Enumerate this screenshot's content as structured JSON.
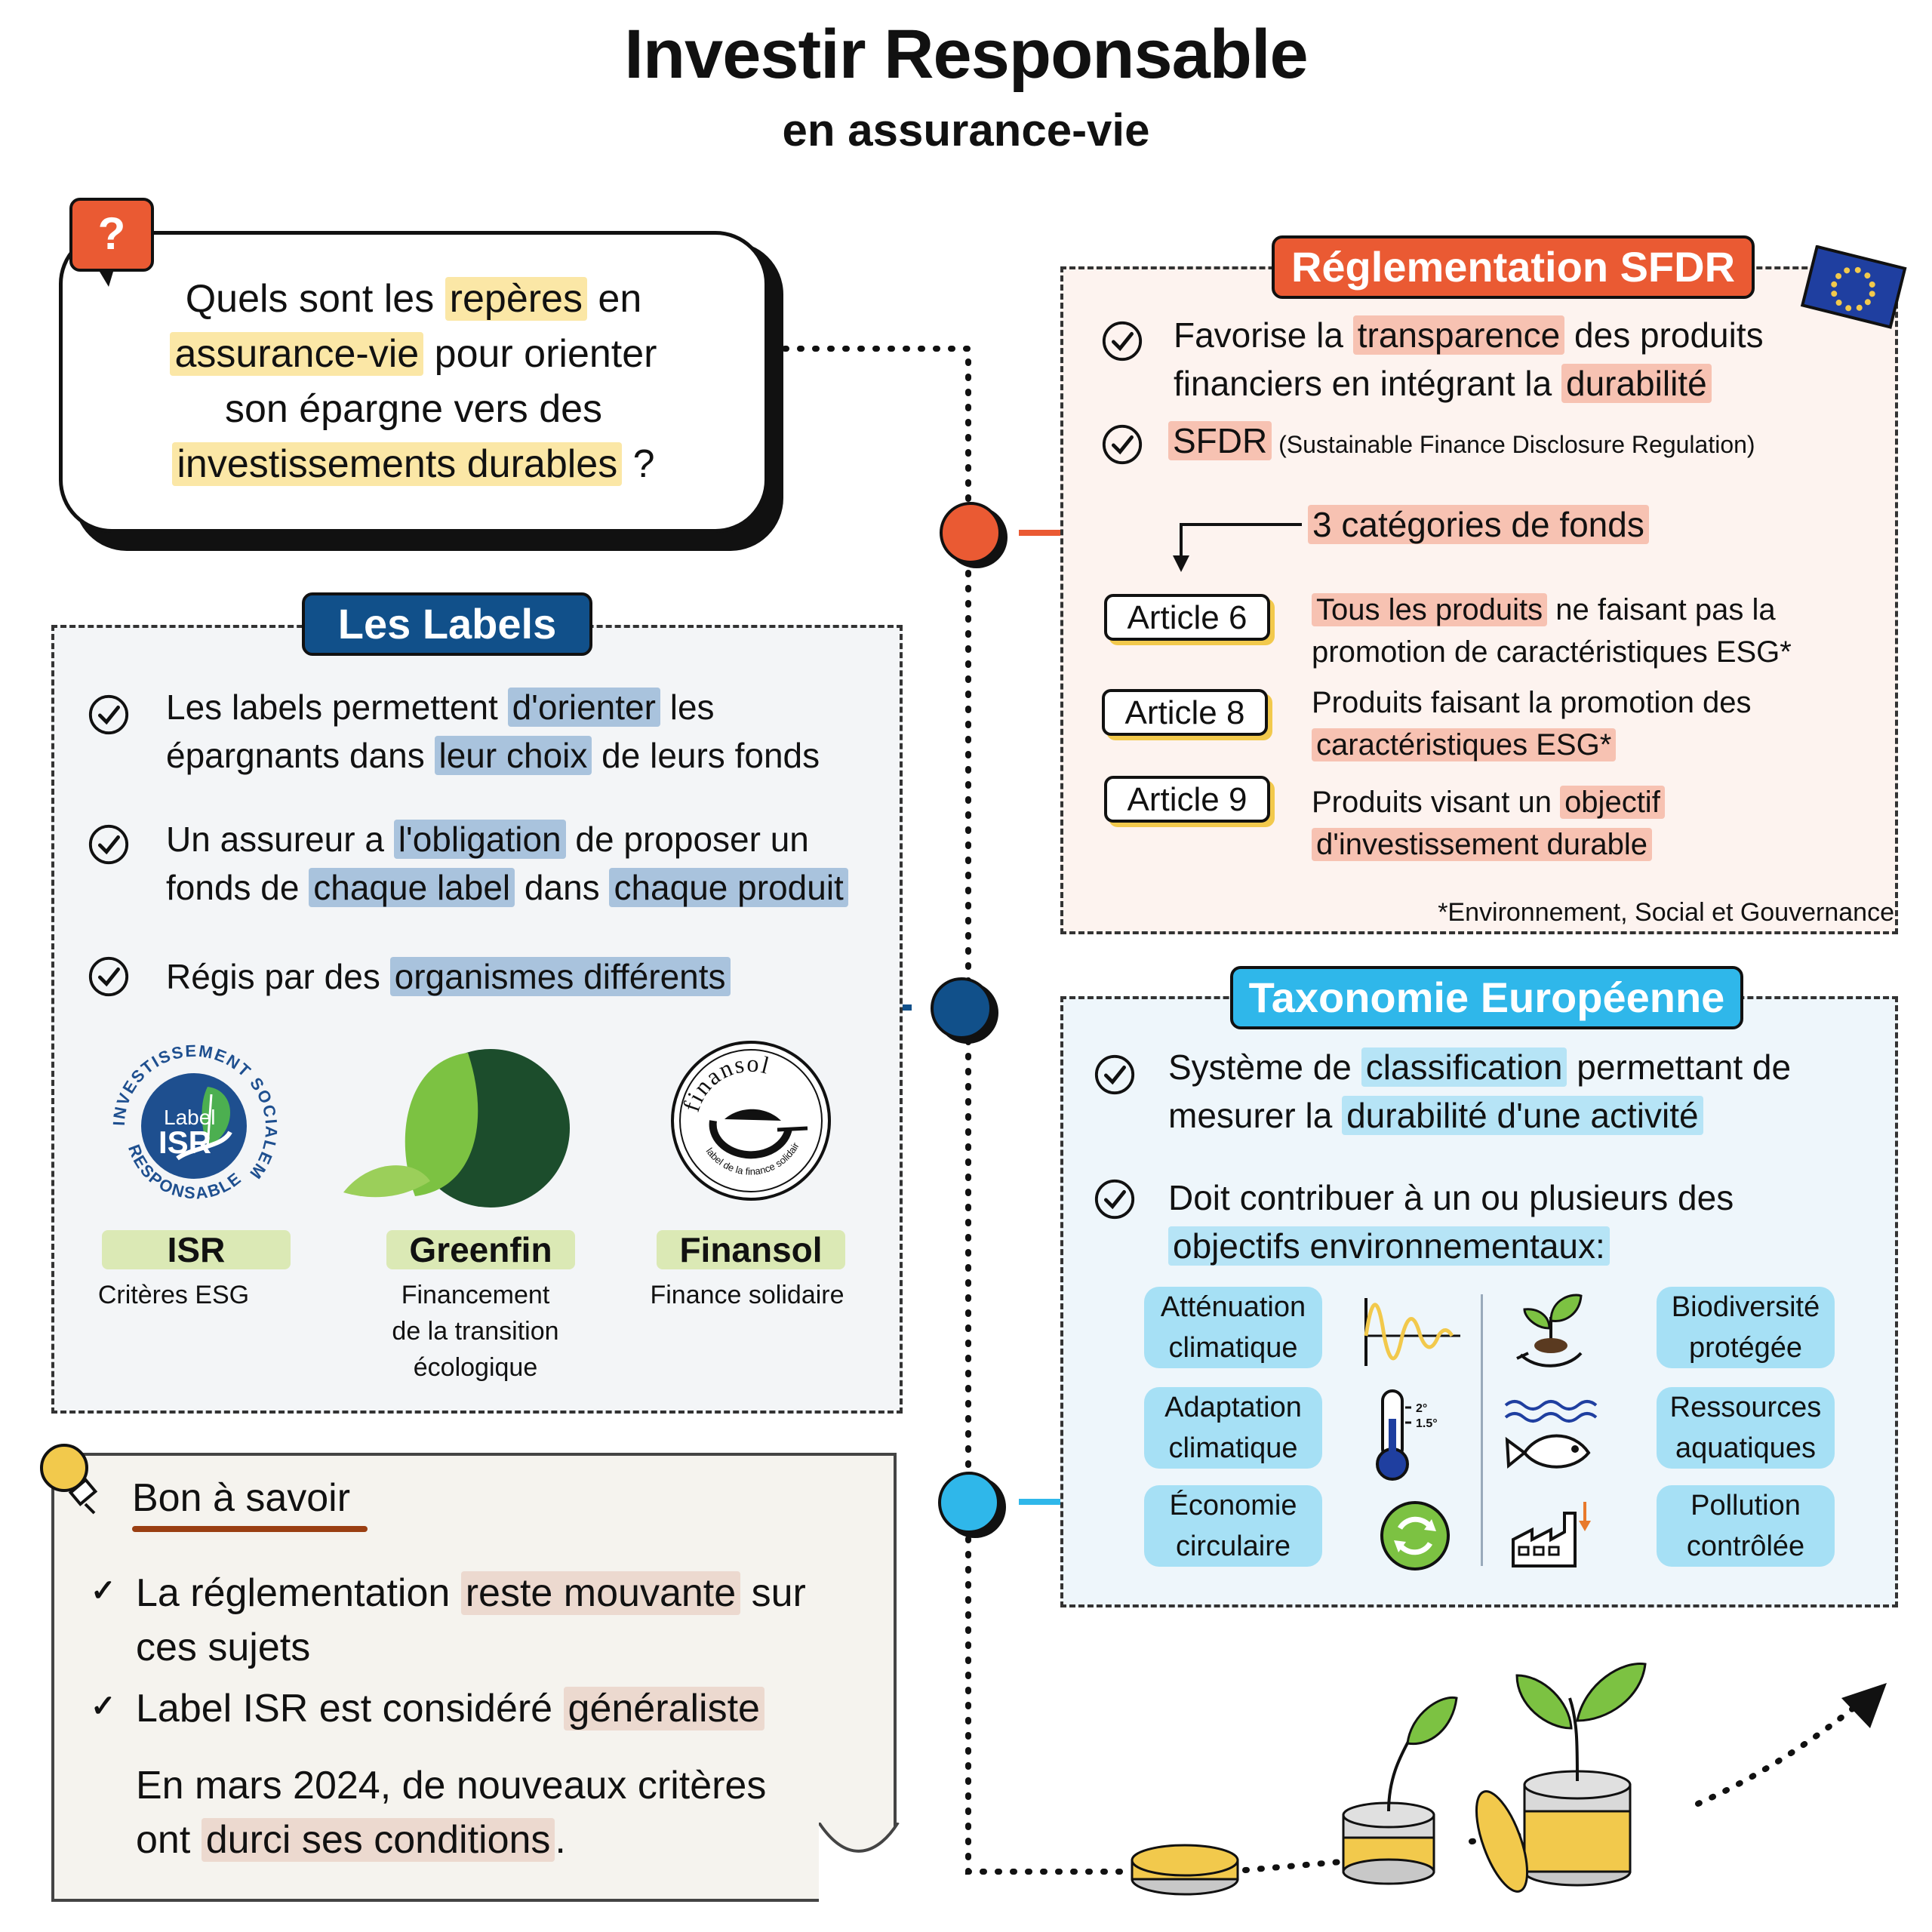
{
  "header": {
    "title": "Investir Responsable",
    "subtitle": "en assurance-vie"
  },
  "question": {
    "badge": "?",
    "t1": "Quels sont les ",
    "h1": "repères",
    "t2": " en",
    "h2": "assurance-vie",
    "t3": " pour orienter",
    "t4": "son épargne vers des",
    "h3": "investissements durables",
    "t5": " ?"
  },
  "labels": {
    "title": "Les Labels",
    "b1": {
      "t1": "Les labels permettent ",
      "h1": "d'orienter",
      "t2": " les",
      "t3": "épargnants dans ",
      "h2": "leur choix",
      "t4": " de leurs fonds"
    },
    "b2": {
      "t1": "Un assureur a ",
      "h1": "l'obligation",
      "t2": " de proposer un",
      "t3": "fonds de ",
      "h2": "chaque label",
      "t4": " dans ",
      "h3": "chaque produit"
    },
    "b3": {
      "t1": "Régis par des ",
      "h1": "organismes différents"
    },
    "items": [
      {
        "name": "ISR",
        "desc1": "Critères ESG",
        "desc2": "",
        "desc3": ""
      },
      {
        "name": "Greenfin",
        "desc1": "Financement",
        "desc2": "de la transition",
        "desc3": "écologique"
      },
      {
        "name": "Finansol",
        "desc1": "Finance solidaire",
        "desc2": "",
        "desc3": ""
      }
    ],
    "isr_logo": {
      "ring_top": "INVESTISSEMENT",
      "ring_right": "SOCIALEMENT",
      "ring_bottom": "RESPONSABLE",
      "label": "Label",
      "isr": "ISR"
    },
    "finansol_logo": {
      "word": "finansol",
      "sub": "label de la finance solidaire"
    }
  },
  "sfdr": {
    "title": "Réglementation SFDR",
    "b1": {
      "t1": "Favorise la ",
      "h1": "transparence",
      "t2": " des produits",
      "t3": "financiers en intégrant la ",
      "h2": "durabilité"
    },
    "b2": {
      "h1": "SFDR",
      "t1": " (Sustainable Finance Disclosure Regulation)"
    },
    "cat_title": "3 catégories de fonds",
    "articles": [
      {
        "label": "Article 6",
        "h1": "Tous les produits",
        "t1": " ne faisant pas la",
        "t2": "promotion de caractéristiques ESG*"
      },
      {
        "label": "Article 8",
        "t1": "Produits faisant la promotion des",
        "h1": "caractéristiques ESG*"
      },
      {
        "label": "Article 9",
        "t1": "Produits visant un ",
        "h1": "objectif",
        "h2": "d'investissement durable"
      }
    ],
    "footnote": "*Environnement, Social et Gouvernance"
  },
  "taxo": {
    "title": "Taxonomie Européenne",
    "b1": {
      "t1": "Système de ",
      "h1": "classification",
      "t2": " permettant de",
      "t3": "mesurer la ",
      "h2": "durabilité d'une activité"
    },
    "b2": {
      "t1": "Doit contribuer à un ou plusieurs des",
      "h1": "objectifs environnementaux:"
    },
    "objectives_left": [
      {
        "l1": "Atténuation",
        "l2": "climatique"
      },
      {
        "l1": "Adaptation",
        "l2": "climatique"
      },
      {
        "l1": "Économie",
        "l2": "circulaire"
      }
    ],
    "objectives_right": [
      {
        "l1": "Biodiversité",
        "l2": "protégée"
      },
      {
        "l1": "Ressources",
        "l2": "aquatiques"
      },
      {
        "l1": "Pollution",
        "l2": "contrôlée"
      }
    ],
    "thermo_2": "2°",
    "thermo_15": "1.5°"
  },
  "tip": {
    "title": "Bon à savoir",
    "b1": {
      "t1": "La réglementation ",
      "h1": "reste mouvante",
      "t2": " sur",
      "t3": "ces sujets"
    },
    "b2": {
      "t1": "Label ISR est considéré ",
      "h1": "généraliste"
    },
    "p1": "En mars 2024, de nouveaux critères",
    "p2a": "ont ",
    "p2h": "durci ses conditions",
    "p2b": "."
  },
  "colors": {
    "orange": "#ea5a33",
    "navy": "#11508a",
    "cyan": "#2fb7ea",
    "yellow": "#f2c94c",
    "green": "#7cc242",
    "darkgreen": "#1c4d2c"
  }
}
